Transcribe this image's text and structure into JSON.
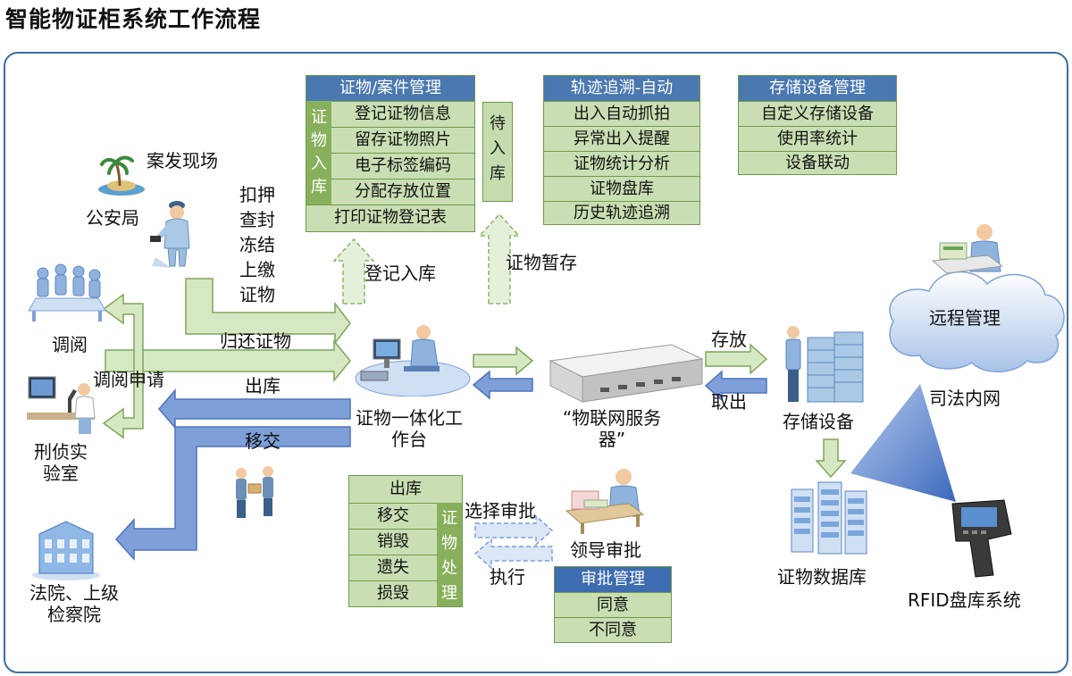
{
  "title": "智能物证柜系统工作流程",
  "nodes": {
    "crime_scene": "案发现场",
    "police": "公安局",
    "review": "调阅",
    "forensic_lab": "刑侦实验室",
    "court": "法院、上级检察院",
    "workstation": "证物一体化工作台",
    "iot_server": "“物联网服务器”",
    "leader_approval": "领导审批",
    "storage": "存储设备",
    "evidence_db": "证物数据库",
    "remote": "远程管理",
    "judicial_net": "司法内网",
    "rfid": "RFID盘库系统"
  },
  "flows": {
    "seize": [
      "扣押",
      "查封",
      "冻结",
      "上缴",
      "证物"
    ],
    "return": "归还证物",
    "review_request": "调阅申请",
    "outbound": "出库",
    "transfer": "移交",
    "register_in": "登记入库",
    "temp_store": "证物暂存",
    "store": "存放",
    "retrieve": "取出",
    "select_approval": "选择审批",
    "execute": "执行"
  },
  "case_mgmt": {
    "header": "证物/案件管理",
    "side": "证物入库",
    "items": [
      "登记证物信息",
      "留存证物照片",
      "电子标签编码",
      "分配存放位置"
    ],
    "footer": "打印证物登记表"
  },
  "pending": "待入库",
  "tracking": {
    "header": "轨迹追溯-自动",
    "items": [
      "出入自动抓拍",
      "异常出入提醒",
      "证物统计分析",
      "证物盘库",
      "历史轨迹追溯"
    ]
  },
  "storage_mgmt": {
    "header": "存储设备管理",
    "items": [
      "自定义存储设备",
      "使用率统计",
      "设备联动"
    ]
  },
  "disposal": {
    "items": [
      "出库",
      "移交",
      "销毁",
      "遗失",
      "损毁"
    ],
    "side": "证物处理"
  },
  "approval_mgmt": {
    "header": "审批管理",
    "items": [
      "同意",
      "不同意"
    ]
  },
  "colors": {
    "frame": "#3b6ea5",
    "arrow_green_fill": "#d6e8c3",
    "arrow_green_stroke": "#7ea65a",
    "arrow_blue_fill": "#7f9fd8",
    "arrow_blue_stroke": "#4d73bd",
    "table_header": "#4a78b0",
    "table_cell": "#c9dfb3",
    "table_side": "#88b05c"
  }
}
